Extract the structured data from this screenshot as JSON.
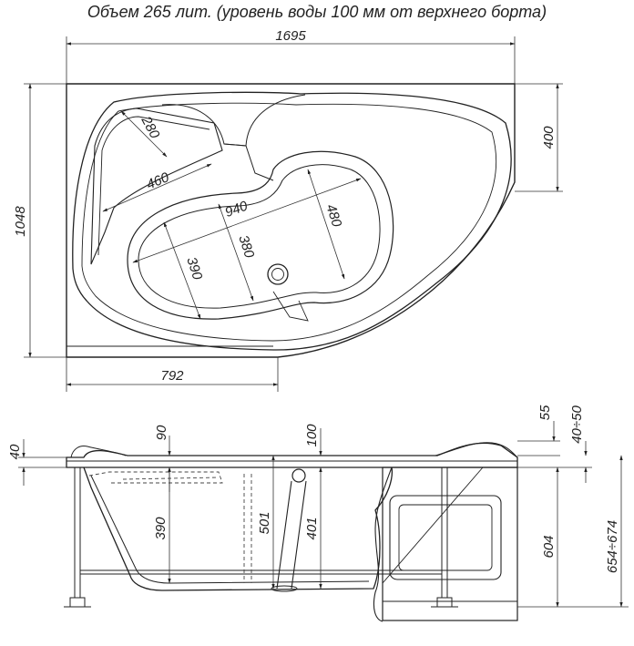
{
  "caption": "Объем 265 лит. (уровень воды 100 мм от верхнего борта)",
  "top_view": {
    "overall_length": "1695",
    "overall_width": "1048",
    "side_depth": "400",
    "front_length": "792",
    "seat_width": "280",
    "backrest_length": "460",
    "inner_length": "940",
    "inner_width_right": "480",
    "inner_width_middle": "380",
    "inner_width_left": "390"
  },
  "side_view": {
    "rim_thickness": "40",
    "step_90": "90",
    "step_100": "100",
    "bath_depth": "390",
    "inner_depth": "501",
    "depth_401": "401",
    "top_55": "55",
    "top_range": "40÷50",
    "panel_height": "604",
    "total_height": "654÷674"
  }
}
